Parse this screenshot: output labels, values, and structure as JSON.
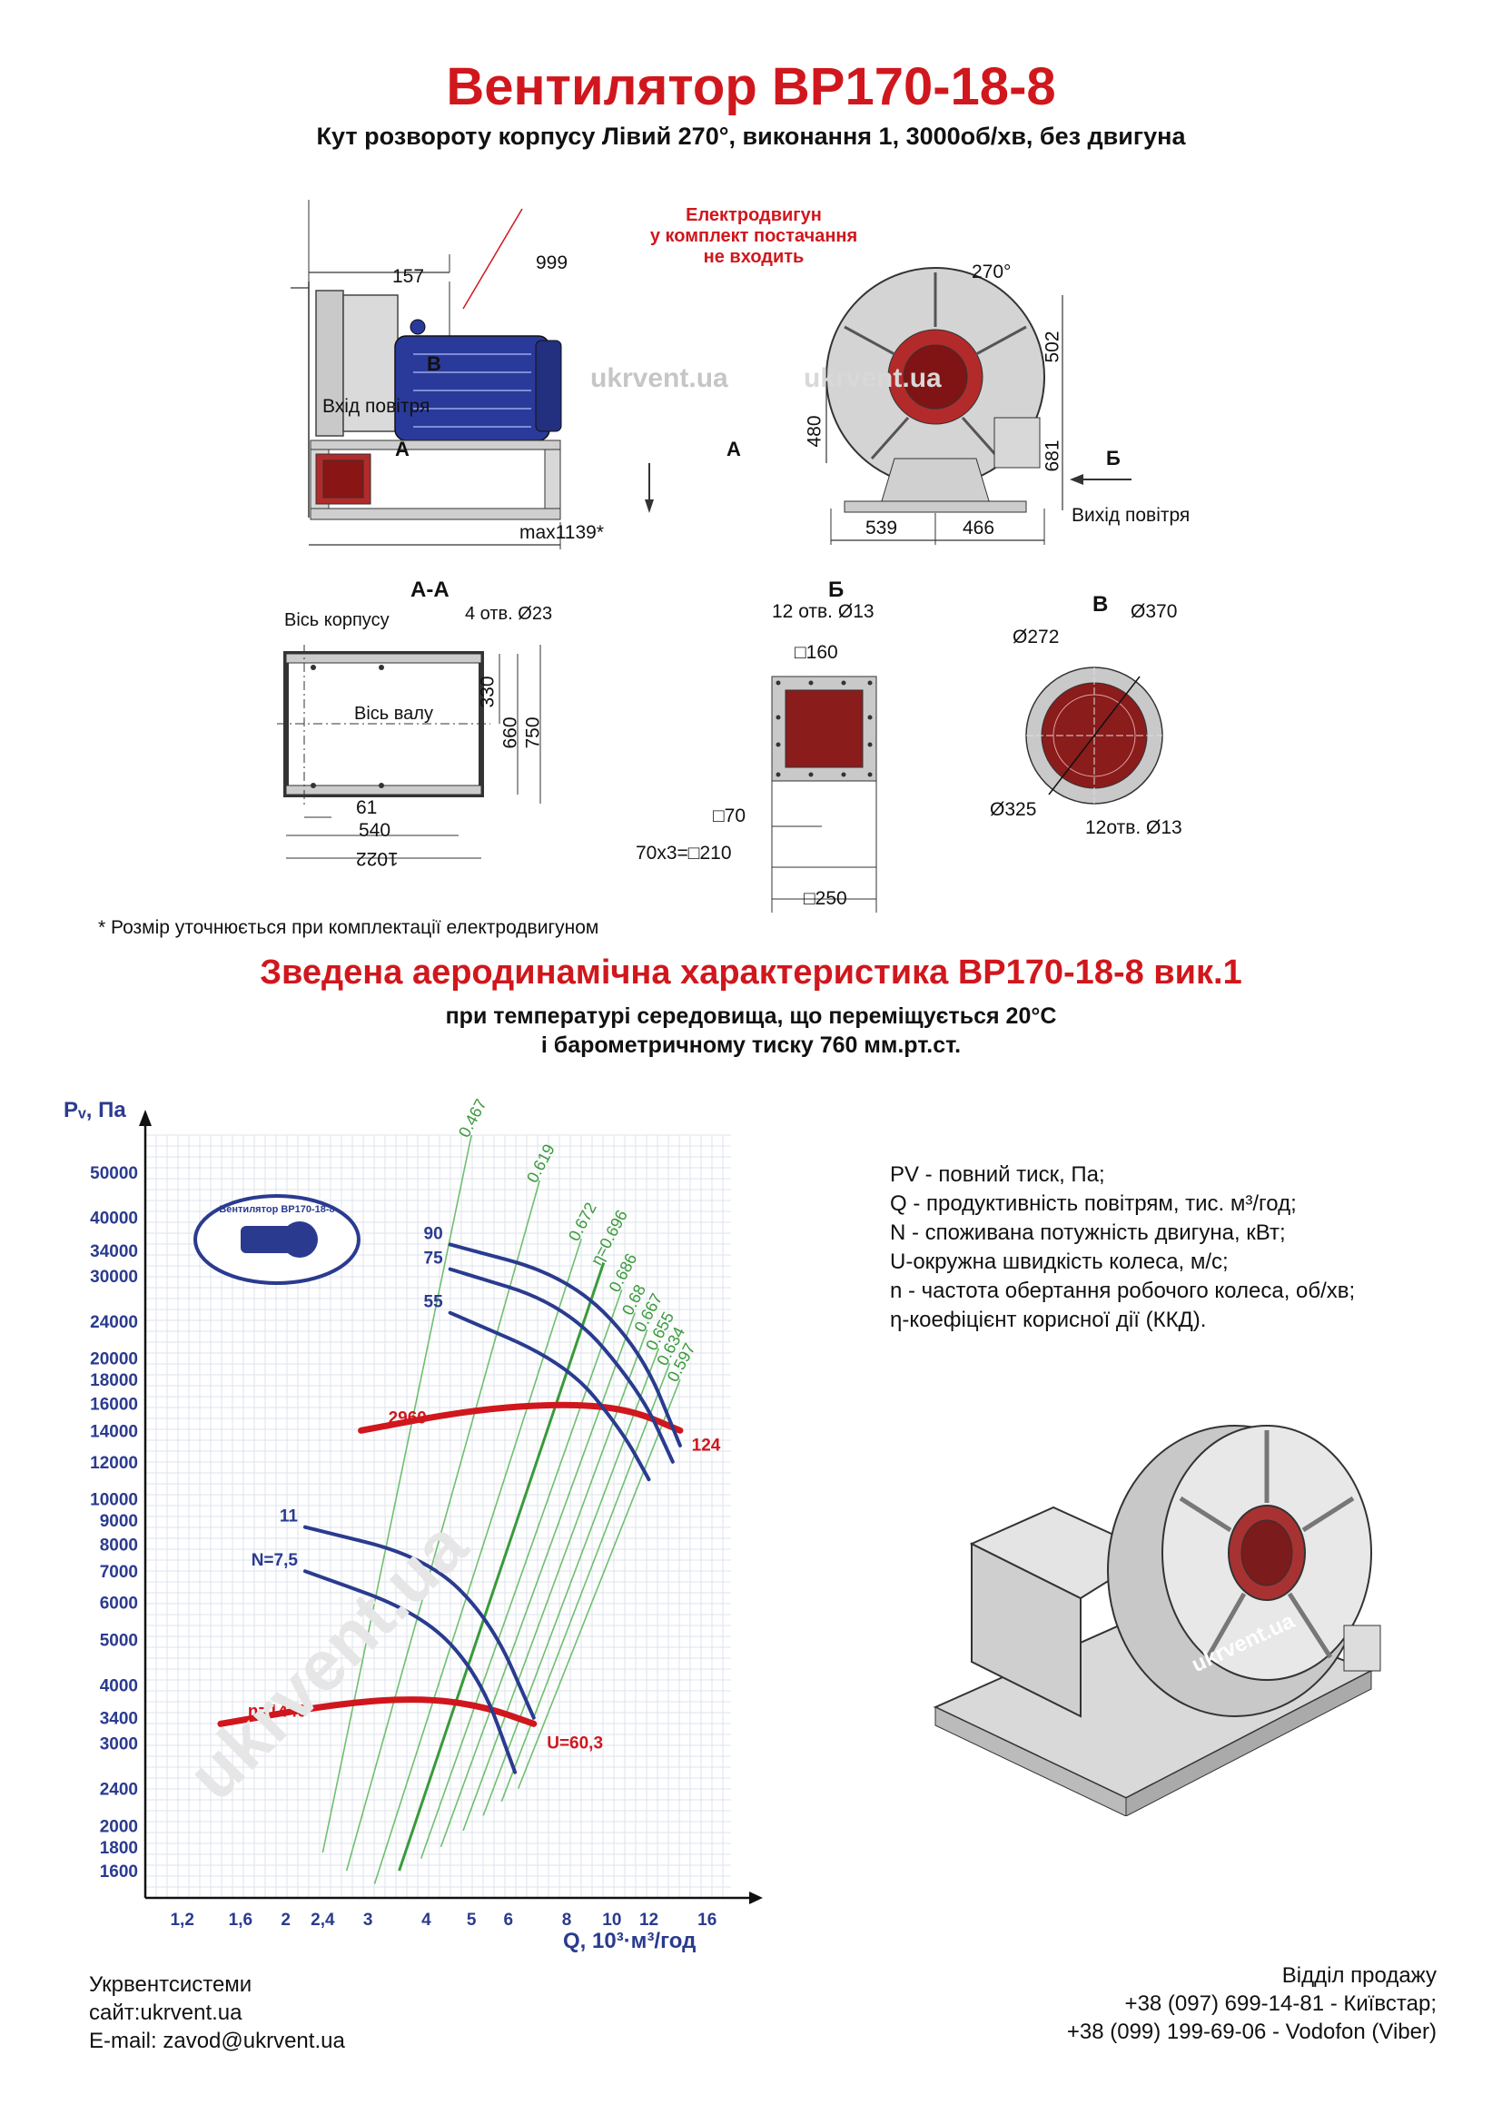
{
  "header": {
    "title": "Вентилятор ВР170-18-8",
    "subtitle": "Кут розвороту корпусу Лівий 270°, виконання 1, 3000об/хв, без двигуна"
  },
  "drawing_side": {
    "motor_note": [
      "Електродвигун",
      "у комплект постачання",
      "не входить"
    ],
    "dims": {
      "d157": "157",
      "d999": "999",
      "max1139": "max1139*"
    },
    "label_b": "В",
    "air_inlet": "Вхід повітря",
    "section_a": "А"
  },
  "drawing_front": {
    "angle": "270°",
    "dims": {
      "d502": "502",
      "d480": "480",
      "d681": "681",
      "d539": "539",
      "d466": "466"
    },
    "label_b": "Б",
    "air_inlet": "Вихід повітря"
  },
  "section_aa": {
    "title": "А-А",
    "axis_body": "Вісь корпусу",
    "holes": "4 отв. Ø23",
    "axis_shaft": "Вісь валу",
    "dims": {
      "d330": "330",
      "d660": "660",
      "d750": "750",
      "d61": "61",
      "d540": "540",
      "d1022": "1022"
    }
  },
  "view_b": {
    "title": "Б",
    "holes": "12 отв. Ø13",
    "d160": "□160",
    "d70": "□70",
    "d210": "70х3=□210",
    "d250": "□250"
  },
  "view_v": {
    "title": "В",
    "d272": "Ø272",
    "d370": "Ø370",
    "d325": "Ø325",
    "holes": "12отв. Ø13"
  },
  "watermark": "ukrvent.ua",
  "footnote": "* Розмір уточнюється при комплектації електродвигуном",
  "chart_header": {
    "title": "Зведена аеродинамічна характеристика ВР170-18-8 вик.1",
    "line1": "при температурі середовища, що переміщується 20°C",
    "line2": "і барометричному тиску 760 мм.рт.ст."
  },
  "legend": [
    "PV - повний тиск, Па;",
    "Q - продуктивність повітрям, тис. м³/год;",
    "N - споживана потужність двигуна, кВт;",
    "U-окружна швидкість колеса, м/с;",
    "n - частота обертання робочого колеса, об/хв;",
    "η-коефіцієнт корисної дії (ККД)."
  ],
  "logo_text": "Вентилятор ВР170-18-8",
  "chart_data": {
    "type": "line",
    "xlabel": "Q, 10³·м³/год",
    "ylabel": "Pᵥ, Па",
    "x_scale": "log",
    "y_scale": "log",
    "x_ticks": [
      "1,2",
      "1,6",
      "2",
      "2,4",
      "3",
      "4",
      "5",
      "6",
      "8",
      "10",
      "12",
      "16"
    ],
    "y_ticks": [
      "50000",
      "40000",
      "34000",
      "30000",
      "24000",
      "20000",
      "18000",
      "16000",
      "14000",
      "12000",
      "10000",
      "9000",
      "8000",
      "7000",
      "6000",
      "5000",
      "4000",
      "3400",
      "3000",
      "2400",
      "2000",
      "1800",
      "1600"
    ],
    "series": [
      {
        "name": "2960",
        "x": [
          2.9,
          5.0,
          8.0,
          11.0,
          14.0
        ],
        "y": [
          14000,
          15500,
          16000,
          15500,
          14000
        ]
      },
      {
        "name": "n=1440",
        "x": [
          1.45,
          2.6,
          3.9,
          5.3,
          6.8
        ],
        "y": [
          3300,
          3650,
          3750,
          3600,
          3300
        ]
      },
      {
        "name": "90",
        "x": [
          4.5,
          8.0,
          11.5,
          14.0
        ],
        "y": [
          35000,
          30000,
          21000,
          13000
        ]
      },
      {
        "name": "75",
        "x": [
          4.5,
          8.0,
          11.5,
          13.5
        ],
        "y": [
          31000,
          26000,
          17000,
          12000
        ]
      },
      {
        "name": "55",
        "x": [
          4.5,
          8.0,
          10.5,
          12.0
        ],
        "y": [
          25000,
          19500,
          14000,
          11000
        ]
      },
      {
        "name": "11",
        "x": [
          2.2,
          4.0,
          5.5,
          6.8
        ],
        "y": [
          8700,
          7500,
          5500,
          3400
        ]
      },
      {
        "name": "N=7,5",
        "x": [
          2.2,
          3.9,
          5.2,
          6.2
        ],
        "y": [
          7000,
          5700,
          4200,
          2600
        ]
      }
    ],
    "efficiency_labels": [
      "0.467",
      "0.619",
      "0.672",
      "η=0.696",
      "0.686",
      "0.68",
      "0.667",
      "0.655",
      "0.634",
      "0.597"
    ],
    "labels": {
      "u_low": "U=60,3",
      "u_high": "124"
    }
  },
  "footer_left": [
    "Укрвентсистеми",
    "сайт:ukrvent.ua",
    "E-mail: zavod@ukrvent.ua"
  ],
  "footer_right": [
    "Відділ продажу",
    "+38 (097) 699-14-81 - Київстар;",
    "+38 (099) 199-69-06 - Vodofon (Viber)"
  ]
}
